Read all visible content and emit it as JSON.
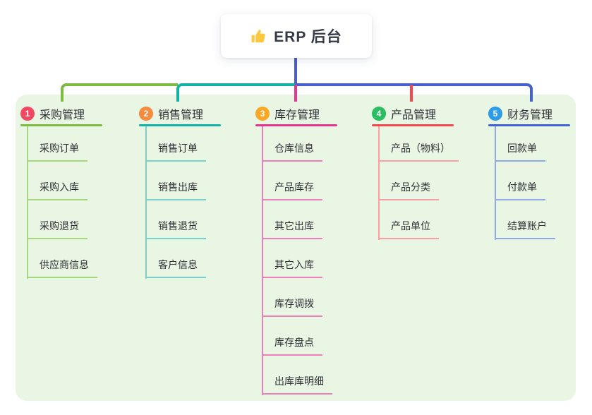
{
  "root": {
    "label": "ERP 后台",
    "icon": "thumbs-up"
  },
  "colors": {
    "panel_bg": "#E9F6E4",
    "trunk": "#4A5CD0",
    "branch_lines": [
      "#7CBB3F",
      "#12B2A6",
      "#E5378F",
      "#F5484E",
      "#4460D2"
    ],
    "branch_child_lines": [
      "#A8D67F",
      "#7BD2C9",
      "#EF7FB9",
      "#F9A0A5",
      "#93A8E8"
    ],
    "badge_colors": [
      "#F44862",
      "#F78A3D",
      "#F9A825",
      "#2BBE60",
      "#2E9BE6"
    ],
    "thumb_icon": "#FFC83D"
  },
  "branches": [
    {
      "badge": "1",
      "label": "采购管理",
      "children": [
        "采购订单",
        "采购入库",
        "采购退货",
        "供应商信息"
      ]
    },
    {
      "badge": "2",
      "label": "销售管理",
      "children": [
        "销售订单",
        "销售出库",
        "销售退货",
        "客户信息"
      ]
    },
    {
      "badge": "3",
      "label": "库存管理",
      "children": [
        "仓库信息",
        "产品库存",
        "其它出库",
        "其它入库",
        "库存调拨",
        "库存盘点",
        "出库库明细"
      ]
    },
    {
      "badge": "4",
      "label": "产品管理",
      "children": [
        "产品（物料）",
        "产品分类",
        "产品单位"
      ]
    },
    {
      "badge": "5",
      "label": "财务管理",
      "children": [
        "回款单",
        "付款单",
        "结算账户"
      ]
    }
  ]
}
